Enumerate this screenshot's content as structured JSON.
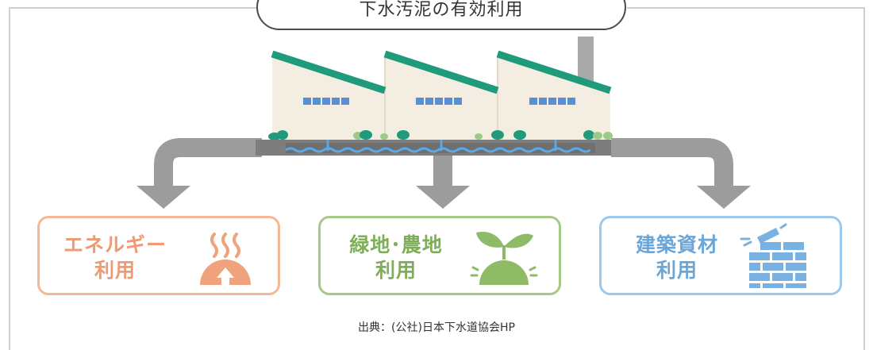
{
  "title": "下水汚泥の有効利用",
  "cards": [
    {
      "line1": "エネルギー",
      "line2": "利用"
    },
    {
      "line1": "緑地･農地",
      "line2": "利用"
    },
    {
      "line1": "建築資材",
      "line2": "利用"
    }
  ],
  "source": "出典：(公社)日本下水道協会HP",
  "icons": [
    "heat-waves-icon",
    "sprout-icon",
    "bricks-icon"
  ],
  "colors": {
    "energy": "#f5b896",
    "green": "#a6c985",
    "building": "#9ec8ea",
    "pipe": "#9c9c9c",
    "roof": "#1f9a7a",
    "window": "#5b8fd3"
  }
}
